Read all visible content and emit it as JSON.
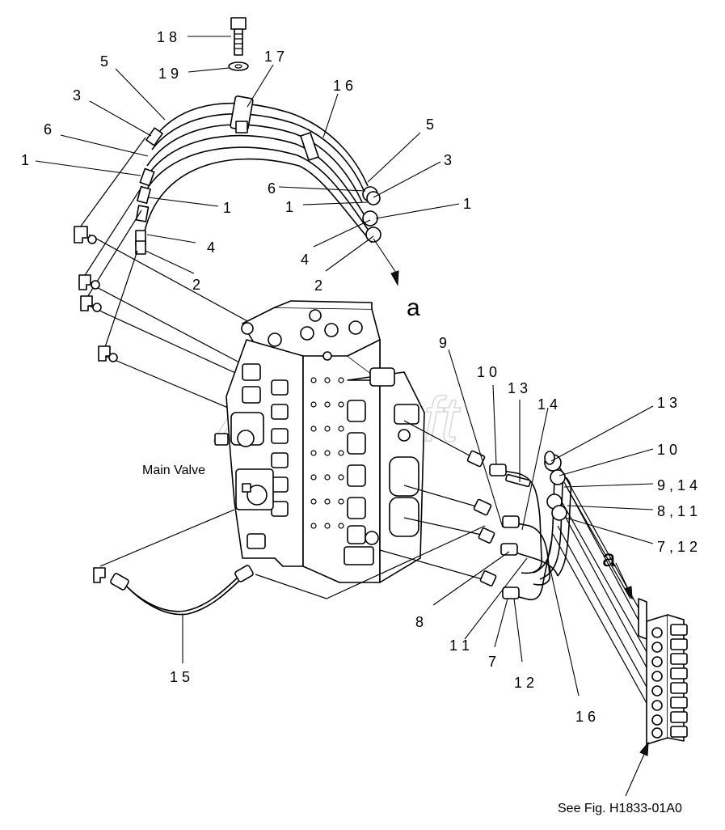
{
  "labels": {
    "main_valve": "Main Valve",
    "see_fig": "See Fig. H1833-01A0",
    "view_a": "a",
    "watermark": "AutoSoft"
  },
  "callouts": {
    "c18": "1 8",
    "c19": "1 9",
    "c17": "1 7",
    "c16_top": "1 6",
    "c5_left": "5",
    "c3_left": "3",
    "c6_left": "6",
    "c1_left": "1",
    "c5_right": "5",
    "c3_right": "3",
    "c6_mid": "6",
    "c1_mid": "1",
    "c1_right": "1",
    "c1_inner": "1",
    "c4_inner": "4",
    "c2_inner": "2",
    "c4_mid": "4",
    "c2_mid": "2",
    "c9": "9",
    "c10_top": "1 0",
    "c13_top": "1 3",
    "c14": "1 4",
    "c13_right": "1 3",
    "c10_right": "1 0",
    "c9_14": "9 , 1 4",
    "c8_11": "8 , 1 1",
    "c7_12": "7 , 1 2",
    "c8_bottom": "8",
    "c11_bottom": "1 1",
    "c7_bottom": "7",
    "c12_bottom": "1 2",
    "c16_bottom": "1 6",
    "c15": "1 5"
  }
}
